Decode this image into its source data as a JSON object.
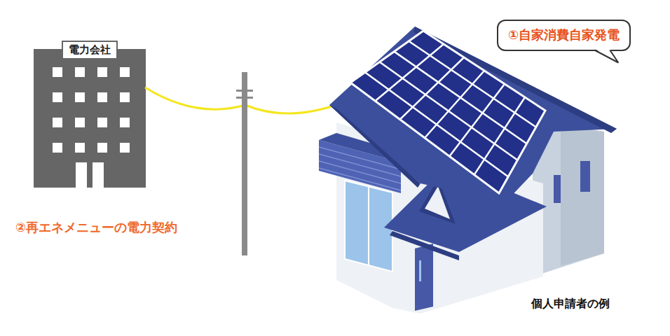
{
  "diagram": {
    "nodes": [
      {
        "text": [
          "電力会社"
        ]
      },
      {
        "text": [
          "①自家消費自家発電"
        ]
      }
    ],
    "labels": [
      "②再エネメニューの電力契約",
      "個人申請者の例"
    ]
  }
}
